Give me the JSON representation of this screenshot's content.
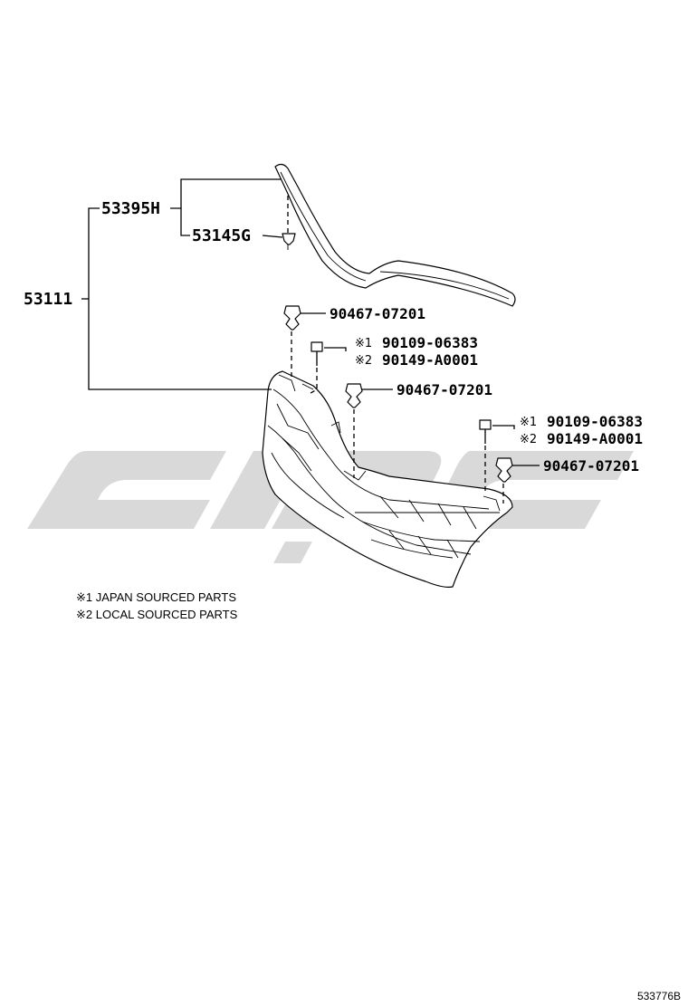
{
  "diagram": {
    "watermark_color": "#d9d9d9",
    "line_color": "#000000",
    "parts": {
      "grille_assembly": "53111",
      "molding": "53395H",
      "clip_molding": "53145G",
      "clip_upper_left": "90467-07201",
      "screw_left_jp": "90109-06383",
      "screw_left_local": "90149-A0001",
      "clip_center": "90467-07201",
      "screw_right_jp": "90109-06383",
      "screw_right_local": "90149-A0001",
      "clip_right": "90467-07201"
    },
    "marks": {
      "one": "※1",
      "two": "※2"
    },
    "notes": {
      "japan": "※1 JAPAN SOURCED PARTS",
      "local": "※2 LOCAL SOURCED PARTS"
    },
    "figure_id": "533776B"
  }
}
